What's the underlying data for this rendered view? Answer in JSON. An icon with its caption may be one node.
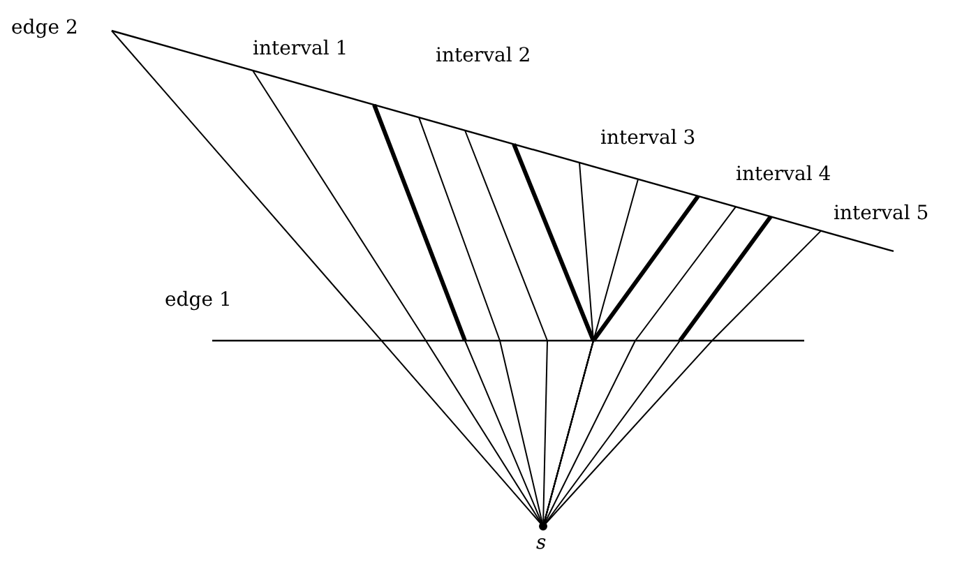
{
  "diagram": {
    "labels": [
      "edge 2",
      "interval 1",
      "interval 2",
      "interval 3",
      "interval 4",
      "interval 5",
      "edge 1",
      "s"
    ]
  }
}
